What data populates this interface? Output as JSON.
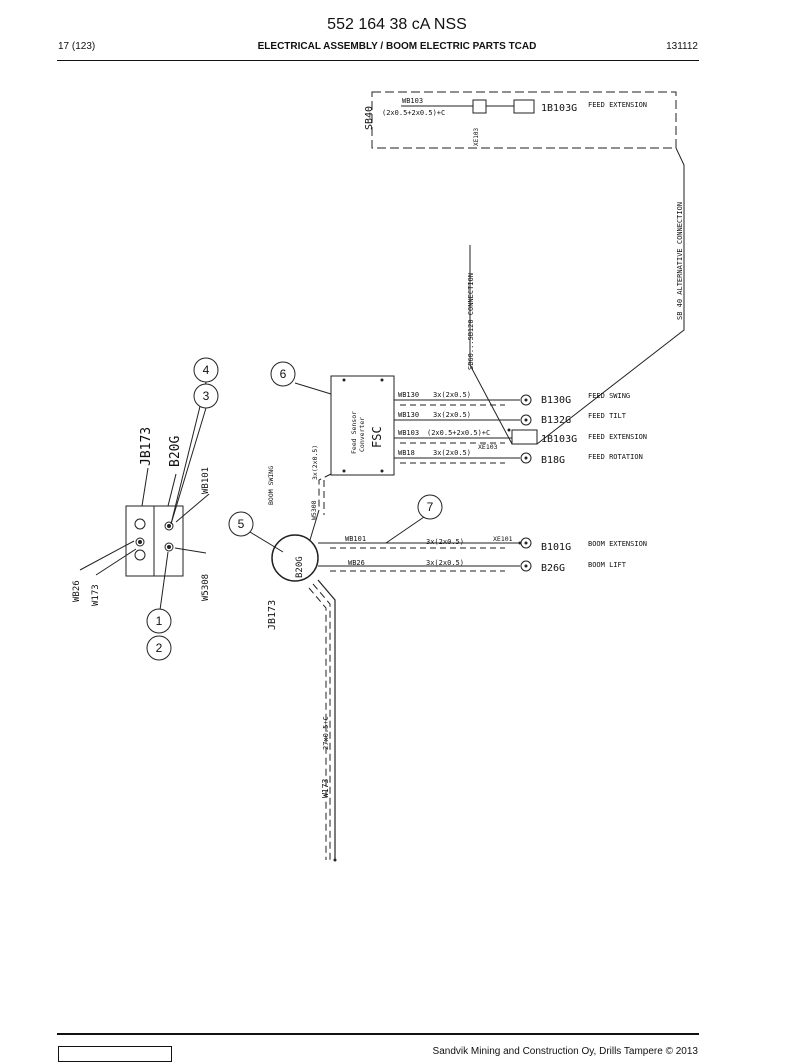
{
  "header": {
    "doc_title": "552 164 38 cA NSS",
    "page_number": "17 (123)",
    "section_title": "ELECTRICAL ASSEMBLY / BOOM ELECTRIC PARTS TCAD",
    "date_code": "131112"
  },
  "footer": {
    "copyright": "Sandvik Mining and Construction Oy, Drills Tampere © 2013"
  },
  "diagram": {
    "callouts": [
      "1",
      "2",
      "3",
      "4",
      "5",
      "6",
      "7"
    ],
    "sb40": {
      "box_label": "SB40",
      "cable": "WB103",
      "cable_spec": "(2x0.5+2x0.5)+C",
      "plug": "XE103",
      "sensor": "1B103G",
      "function": "FEED EXTENSION",
      "alt_connection": "SB 40 ALTERNATIVE CONNECTION"
    },
    "sb60_connection": "SB60...SB120 CONNECTION",
    "fsc": {
      "line1": "Feed Sensor",
      "line2": "Converter",
      "code": "FSC",
      "boom_swing": "BOOM SWING",
      "w5308_spec": "3x(2x0.5)",
      "w5308": "W5308",
      "xe103": "XE103"
    },
    "fsc_cables": [
      {
        "cable": "WB130",
        "spec": "3x(2x0.5)",
        "sensor": "B130G",
        "function": "FEED SWING"
      },
      {
        "cable": "WB130",
        "spec": "3x(2x0.5)",
        "sensor": "B132G",
        "function": "FEED TILT"
      },
      {
        "cable": "WB103",
        "spec": "(2x0.5+2x0.5)+C",
        "sensor": "1B103G",
        "function": "FEED EXTENSION"
      },
      {
        "cable": "WB18",
        "spec": "3x(2x0.5)",
        "sensor": "B18G",
        "function": "FEED ROTATION"
      }
    ],
    "junction": {
      "code": "JB173",
      "sensor": "B20G",
      "w173": "W173",
      "w173_spec": "27x0.5+C"
    },
    "junction_cables": [
      {
        "cable": "WB101",
        "spec": "3x(2x0.5)",
        "plug": "XE101",
        "sensor": "B101G",
        "function": "BOOM EXTENSION"
      },
      {
        "cable": "WB26",
        "spec": "3x(2x0.5)",
        "plug": "",
        "sensor": "B26G",
        "function": "BOOM LIFT"
      }
    ],
    "detail": {
      "jb173": "JB173",
      "b20g": "B20G",
      "wb101": "WB101",
      "wb26": "WB26",
      "w173": "W173",
      "w5308": "W5308"
    }
  }
}
